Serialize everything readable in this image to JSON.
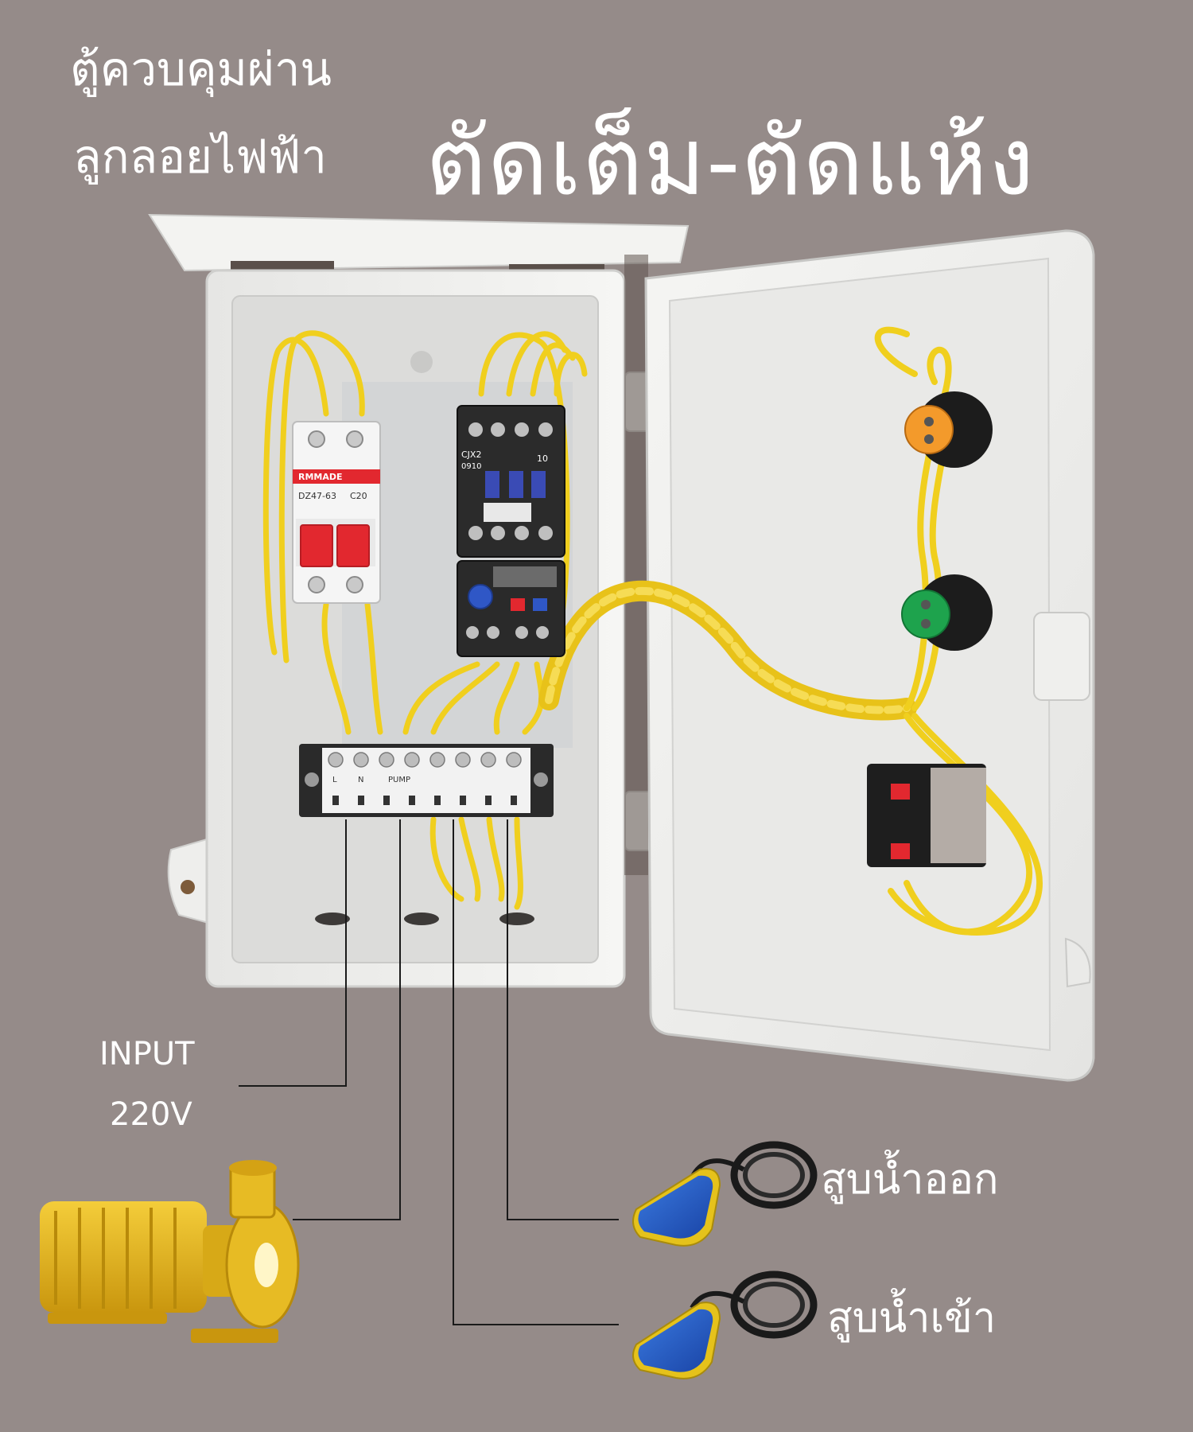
{
  "heading": {
    "line1": "ตู้ควบคุมผ่าน",
    "line2": "ลูกลอยไฟฟ้า",
    "main": "ตัดเต็ม-ตัดแห้ง"
  },
  "labels": {
    "input": "INPUT",
    "voltage": "220V",
    "pump_out": "สูบน้ำออก",
    "pump_in": "สูบน้ำเข้า"
  },
  "device_text": {
    "breaker_brand": "RMMADE",
    "breaker_model": "DZ47-63",
    "breaker_rating": "C20",
    "contactor_model": "CJX2",
    "contactor_code": "0910",
    "contactor_aux": "10",
    "terminal_l": "L",
    "terminal_n": "N",
    "terminal_pump": "PUMP"
  },
  "colors": {
    "background": "#958b89",
    "enclosure": "#f1f1ef",
    "wire": "#f0cf1e",
    "float_switch": "#1f57c2",
    "breaker_red": "#e2282f",
    "indicator_orange": "#f39a2b",
    "indicator_green": "#1ea34d"
  }
}
